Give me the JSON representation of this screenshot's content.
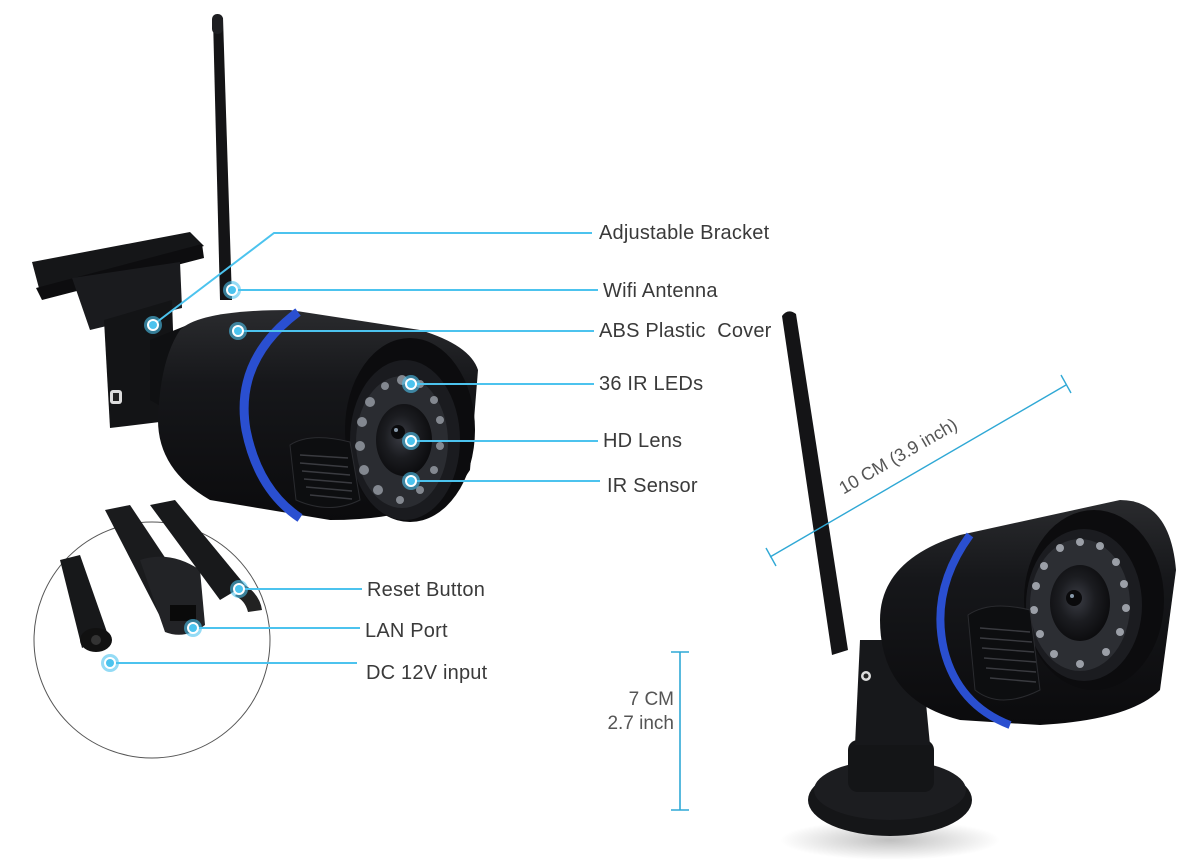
{
  "accent_color": "#4cc3ee",
  "ring_color": "#2a4fd0",
  "body_color": "#111214",
  "callouts_top": [
    {
      "label": "Adjustable Bracket",
      "dot": [
        153,
        325
      ]
    },
    {
      "label": "Wifi Antenna",
      "dot": [
        232,
        290
      ]
    },
    {
      "label": "ABS Plastic  Cover",
      "dot": [
        238,
        331
      ]
    },
    {
      "label": "36 IR LEDs",
      "dot": [
        411,
        384
      ]
    },
    {
      "label": "HD Lens",
      "dot": [
        411,
        441
      ]
    },
    {
      "label": "IR Sensor",
      "dot": [
        411,
        481
      ]
    }
  ],
  "callouts_cable": [
    {
      "label": "Reset Button",
      "dot": [
        239,
        589
      ]
    },
    {
      "label": "LAN Port",
      "dot": [
        193,
        628
      ]
    },
    {
      "label": "DC 12V input",
      "dot": [
        110,
        663
      ]
    }
  ],
  "dimensions": {
    "height": {
      "line1": "7 CM",
      "line2": "2.7 inch"
    },
    "length": {
      "text": "10 CM (3.9 inch)"
    }
  }
}
